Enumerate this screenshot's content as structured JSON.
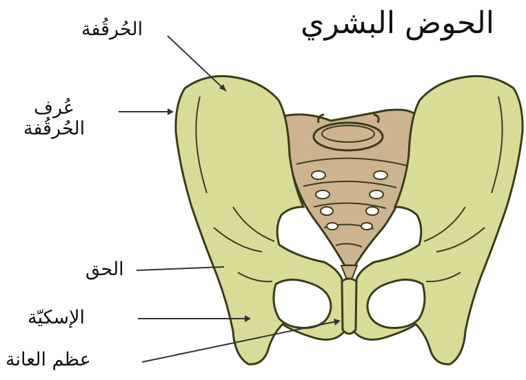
{
  "title": "الحوض البشري",
  "labels": {
    "ilium": "الحُرقُفة",
    "iliac_crest_line1": "عُرف",
    "iliac_crest_line2": "الحُرقُفة",
    "acetabulum": "الحق",
    "ischium": "الإسكيّة",
    "pubis": "عظم العانة"
  },
  "colors": {
    "bone": "#d8dc97",
    "bone_stroke": "#3a3a1c",
    "sacrum": "#cbb48f",
    "leader_line": "#333333"
  }
}
